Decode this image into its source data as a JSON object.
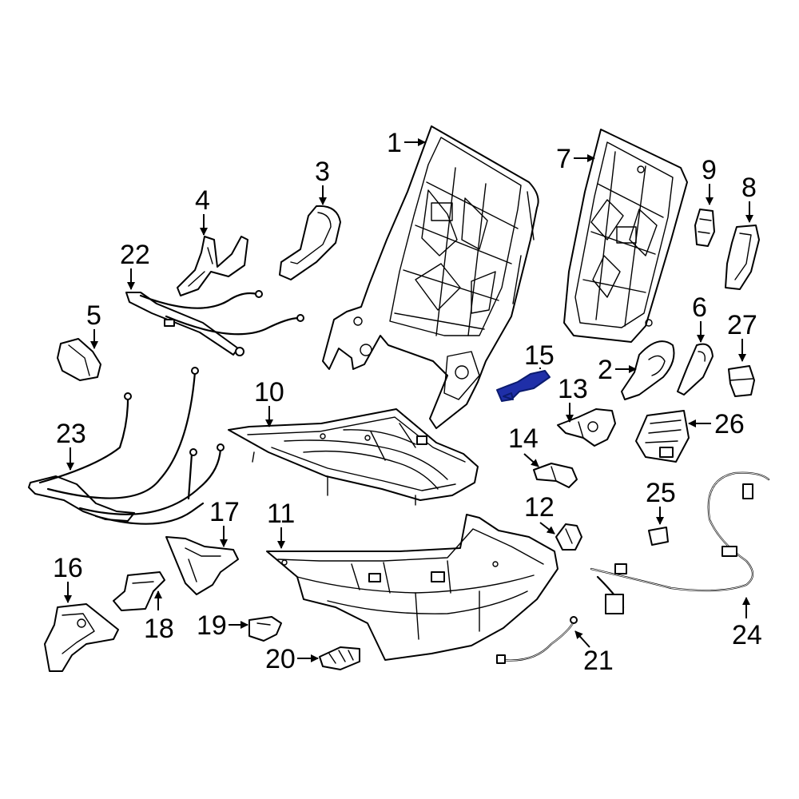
{
  "diagram": {
    "highlight_color": "#1f2fa8",
    "highlighted_part": "15",
    "callouts": [
      {
        "id": "c1",
        "label": "1"
      },
      {
        "id": "c2",
        "label": "2"
      },
      {
        "id": "c3",
        "label": "3"
      },
      {
        "id": "c4",
        "label": "4"
      },
      {
        "id": "c5",
        "label": "5"
      },
      {
        "id": "c6",
        "label": "6"
      },
      {
        "id": "c7",
        "label": "7"
      },
      {
        "id": "c8",
        "label": "8"
      },
      {
        "id": "c9",
        "label": "9"
      },
      {
        "id": "c10",
        "label": "10"
      },
      {
        "id": "c11",
        "label": "11"
      },
      {
        "id": "c12",
        "label": "12"
      },
      {
        "id": "c13",
        "label": "13"
      },
      {
        "id": "c14",
        "label": "14"
      },
      {
        "id": "c15",
        "label": "15"
      },
      {
        "id": "c16",
        "label": "16"
      },
      {
        "id": "c17",
        "label": "17"
      },
      {
        "id": "c18",
        "label": "18"
      },
      {
        "id": "c19",
        "label": "19"
      },
      {
        "id": "c20",
        "label": "20"
      },
      {
        "id": "c21",
        "label": "21"
      },
      {
        "id": "c22",
        "label": "22"
      },
      {
        "id": "c23",
        "label": "23"
      },
      {
        "id": "c24",
        "label": "24"
      },
      {
        "id": "c25",
        "label": "25"
      },
      {
        "id": "c26",
        "label": "26"
      },
      {
        "id": "c27",
        "label": "27"
      }
    ]
  }
}
